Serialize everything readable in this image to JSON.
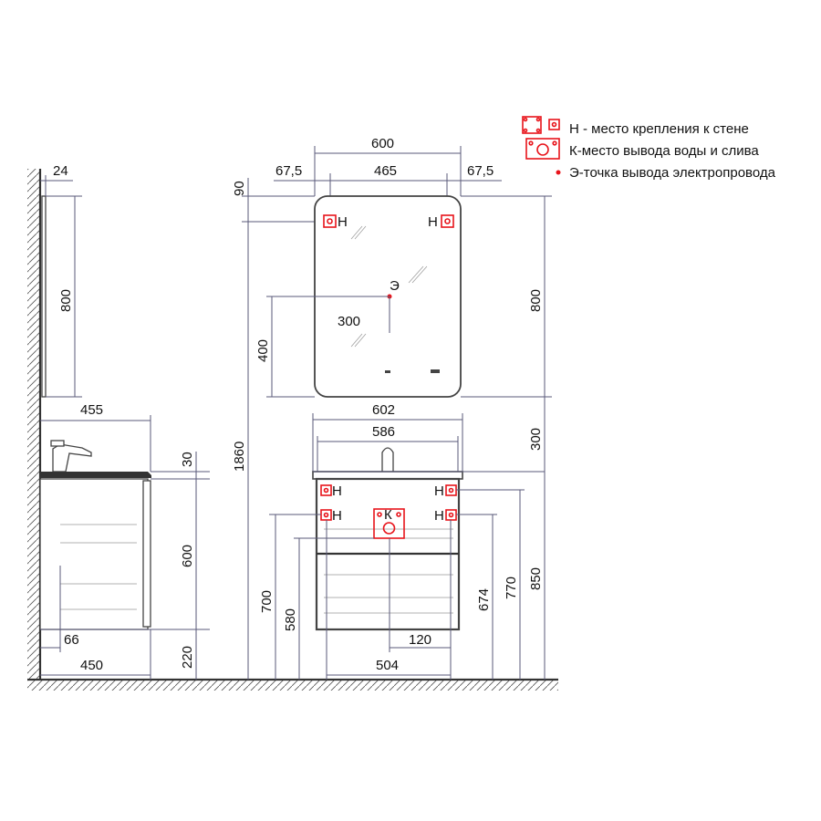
{
  "legend": {
    "mount": "Н - место крепления к стене",
    "water": "К-место вывода воды и слива",
    "electric": "Э-точка вывода электропровода"
  },
  "side_view": {
    "mirror_depth": "24",
    "mirror_height": "800",
    "basin_depth": "455",
    "top_thickness": "30",
    "cabinet_height": "600",
    "floor_gap": "220",
    "offset": "66",
    "cabinet_depth": "450"
  },
  "front_view": {
    "mirror_width": "600",
    "mount_left": "67,5",
    "mount_span": "465",
    "mount_right": "67,5",
    "mount_top": "90",
    "total_height": "1860",
    "electric_height": "400",
    "electric_offset": "300",
    "mirror_height": "800",
    "gap_height": "300",
    "vanity_top_height": "850",
    "top_width": "602",
    "basin_width": "586",
    "mount_height_upper": "770",
    "mount_height_lower": "700",
    "water_height": "580",
    "water_offset": "120",
    "cabinet_mount_height": "674",
    "mount_width": "504",
    "mount_label": "Н",
    "water_label": "К",
    "electric_label": "Э"
  },
  "colors": {
    "marker": "#e8141b",
    "line": "#5a5a7a"
  }
}
